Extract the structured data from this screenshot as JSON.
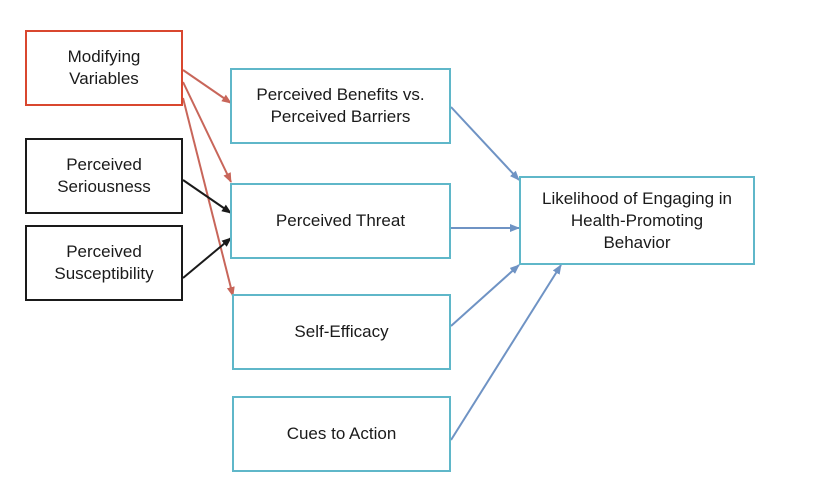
{
  "diagram": {
    "nodes": {
      "modifying_variables": "Modifying\nVariables",
      "perceived_seriousness": "Perceived\nSeriousness",
      "perceived_susceptibility": "Perceived\nSusceptibility",
      "benefits_vs_barriers": "Perceived Benefits vs.\nPerceived Barriers",
      "perceived_threat": "Perceived Threat",
      "self_efficacy": "Self-Efficacy",
      "cues_to_action": "Cues to Action",
      "likelihood": "Likelihood of Engaging in\nHealth-Promoting\nBehavior"
    },
    "edges": [
      {
        "from": "modifying_variables",
        "to": "benefits_vs_barriers",
        "color": "#c8665a"
      },
      {
        "from": "modifying_variables",
        "to": "perceived_threat",
        "color": "#c8665a"
      },
      {
        "from": "modifying_variables",
        "to": "self_efficacy",
        "color": "#c8665a"
      },
      {
        "from": "perceived_seriousness",
        "to": "perceived_threat",
        "color": "#1a1a1a"
      },
      {
        "from": "perceived_susceptibility",
        "to": "perceived_threat",
        "color": "#1a1a1a"
      },
      {
        "from": "benefits_vs_barriers",
        "to": "likelihood",
        "color": "#6f93c4"
      },
      {
        "from": "perceived_threat",
        "to": "likelihood",
        "color": "#6f93c4"
      },
      {
        "from": "self_efficacy",
        "to": "likelihood",
        "color": "#6f93c4"
      },
      {
        "from": "cues_to_action",
        "to": "likelihood",
        "color": "#6f93c4"
      }
    ],
    "colors": {
      "modifying_border": "#d9472f",
      "perception_border": "#1a1a1a",
      "construct_border": "#5fb7c9",
      "modifying_arrow": "#c8665a",
      "perception_arrow": "#1a1a1a",
      "construct_arrow": "#6f93c4"
    }
  }
}
